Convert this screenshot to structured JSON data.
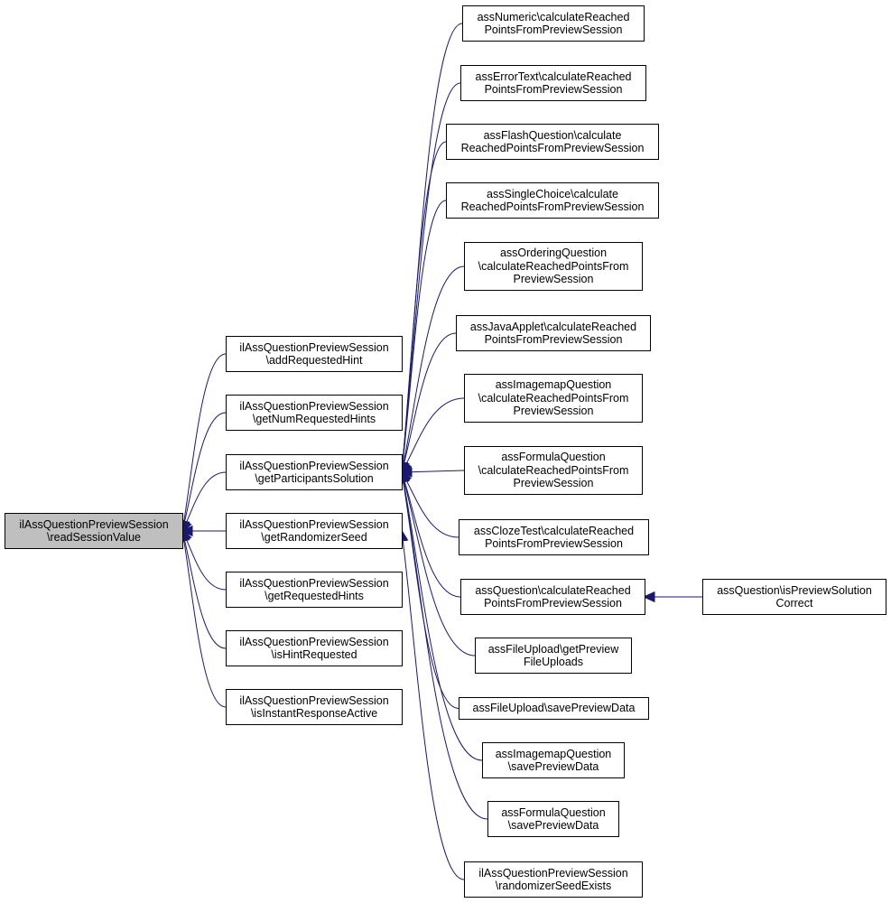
{
  "colors": {
    "edge": "#191970",
    "root_fill": "#bfbfbf",
    "node_fill": "#ffffff",
    "node_border": "#000000"
  },
  "nodes": [
    {
      "id": "readSessionValue",
      "lines": [
        "ilAssQuestionPreviewSession",
        "\\readSessionValue"
      ]
    },
    {
      "id": "addRequestedHint",
      "lines": [
        "ilAssQuestionPreviewSession",
        "\\addRequestedHint"
      ]
    },
    {
      "id": "getNumRequestedHints",
      "lines": [
        "ilAssQuestionPreviewSession",
        "\\getNumRequestedHints"
      ]
    },
    {
      "id": "getParticipantsSolution",
      "lines": [
        "ilAssQuestionPreviewSession",
        "\\getParticipantsSolution"
      ]
    },
    {
      "id": "getRandomizerSeed",
      "lines": [
        "ilAssQuestionPreviewSession",
        "\\getRandomizerSeed"
      ]
    },
    {
      "id": "getRequestedHints",
      "lines": [
        "ilAssQuestionPreviewSession",
        "\\getRequestedHints"
      ]
    },
    {
      "id": "isHintRequested",
      "lines": [
        "ilAssQuestionPreviewSession",
        "\\isHintRequested"
      ]
    },
    {
      "id": "isInstantResponseActive",
      "lines": [
        "ilAssQuestionPreviewSession",
        "\\isInstantResponseActive"
      ]
    },
    {
      "id": "numeric",
      "lines": [
        "assNumeric\\calculateReached",
        "PointsFromPreviewSession"
      ]
    },
    {
      "id": "errortext",
      "lines": [
        "assErrorText\\calculateReached",
        "PointsFromPreviewSession"
      ]
    },
    {
      "id": "flash",
      "lines": [
        "assFlashQuestion\\calculate",
        "ReachedPointsFromPreviewSession"
      ]
    },
    {
      "id": "singlechoice",
      "lines": [
        "assSingleChoice\\calculate",
        "ReachedPointsFromPreviewSession"
      ]
    },
    {
      "id": "ordering",
      "lines": [
        "assOrderingQuestion",
        "\\calculateReachedPointsFrom",
        "PreviewSession"
      ]
    },
    {
      "id": "javaapplet",
      "lines": [
        "assJavaApplet\\calculateReached",
        "PointsFromPreviewSession"
      ]
    },
    {
      "id": "imagemap",
      "lines": [
        "assImagemapQuestion",
        "\\calculateReachedPointsFrom",
        "PreviewSession"
      ]
    },
    {
      "id": "formula",
      "lines": [
        "assFormulaQuestion",
        "\\calculateReachedPointsFrom",
        "PreviewSession"
      ]
    },
    {
      "id": "cloze",
      "lines": [
        "assClozeTest\\calculateReached",
        "PointsFromPreviewSession"
      ]
    },
    {
      "id": "question",
      "lines": [
        "assQuestion\\calculateReached",
        "PointsFromPreviewSession"
      ]
    },
    {
      "id": "fileupload_get",
      "lines": [
        "assFileUpload\\getPreview",
        "FileUploads"
      ]
    },
    {
      "id": "fileupload_save",
      "lines": [
        "assFileUpload\\savePreviewData"
      ]
    },
    {
      "id": "imagemap_save",
      "lines": [
        "assImagemapQuestion",
        "\\savePreviewData"
      ]
    },
    {
      "id": "formula_save",
      "lines": [
        "assFormulaQuestion",
        "\\savePreviewData"
      ]
    },
    {
      "id": "seedExists",
      "lines": [
        "ilAssQuestionPreviewSession",
        "\\randomizerSeedExists"
      ]
    },
    {
      "id": "isPreviewCorrect",
      "lines": [
        "assQuestion\\isPreviewSolution",
        "Correct"
      ]
    }
  ],
  "edges": [
    {
      "from": "addRequestedHint",
      "to": "readSessionValue"
    },
    {
      "from": "getNumRequestedHints",
      "to": "readSessionValue"
    },
    {
      "from": "getParticipantsSolution",
      "to": "readSessionValue"
    },
    {
      "from": "getRandomizerSeed",
      "to": "readSessionValue"
    },
    {
      "from": "getRequestedHints",
      "to": "readSessionValue"
    },
    {
      "from": "isHintRequested",
      "to": "readSessionValue"
    },
    {
      "from": "isInstantResponseActive",
      "to": "readSessionValue"
    },
    {
      "from": "numeric",
      "to": "getParticipantsSolution"
    },
    {
      "from": "errortext",
      "to": "getParticipantsSolution"
    },
    {
      "from": "flash",
      "to": "getParticipantsSolution"
    },
    {
      "from": "singlechoice",
      "to": "getParticipantsSolution"
    },
    {
      "from": "ordering",
      "to": "getParticipantsSolution"
    },
    {
      "from": "javaapplet",
      "to": "getParticipantsSolution"
    },
    {
      "from": "imagemap",
      "to": "getParticipantsSolution"
    },
    {
      "from": "formula",
      "to": "getParticipantsSolution"
    },
    {
      "from": "cloze",
      "to": "getParticipantsSolution"
    },
    {
      "from": "question",
      "to": "getParticipantsSolution"
    },
    {
      "from": "fileupload_get",
      "to": "getParticipantsSolution"
    },
    {
      "from": "fileupload_save",
      "to": "getParticipantsSolution"
    },
    {
      "from": "imagemap_save",
      "to": "getParticipantsSolution"
    },
    {
      "from": "formula_save",
      "to": "getParticipantsSolution"
    },
    {
      "from": "seedExists",
      "to": "getRandomizerSeed"
    },
    {
      "from": "isPreviewCorrect",
      "to": "question"
    }
  ]
}
